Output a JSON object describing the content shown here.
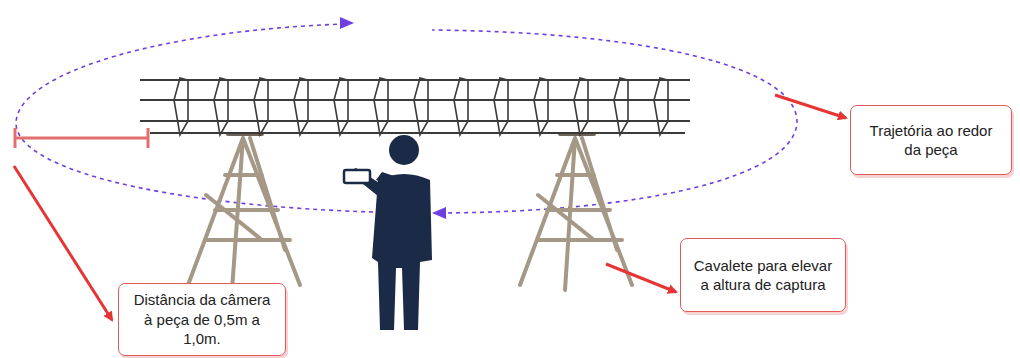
{
  "diagram": {
    "nodes": [
      {
        "text": [
          "Trajetória ao redor da peça"
        ]
      },
      {
        "text": [
          "Cavalete para elevar a altura de captura"
        ]
      },
      {
        "text": [
          "Distância da câmera à peça de 0,5m a 1,0m."
        ]
      }
    ]
  }
}
